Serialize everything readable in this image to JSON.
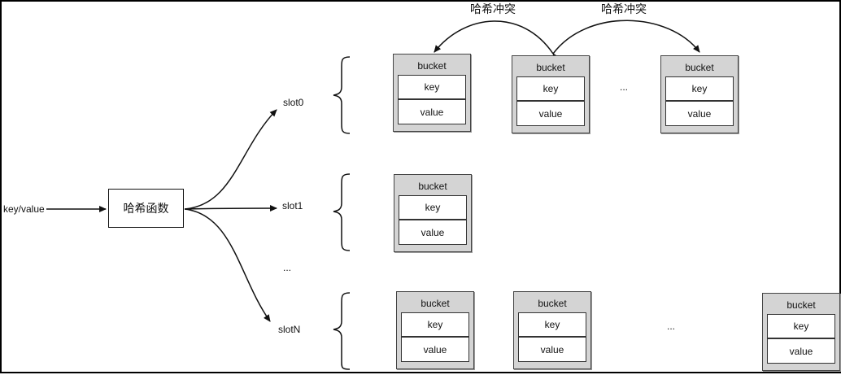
{
  "input_label": "key/value",
  "hash_function": "哈希函数",
  "slots": {
    "slot0": "slot0",
    "slot1": "slot1",
    "ellipsis": "...",
    "slotN": "slotN"
  },
  "collision_labels": [
    "哈希冲突",
    "哈希冲突"
  ],
  "bucket": {
    "title": "bucket",
    "key": "key",
    "value": "value"
  },
  "row_ellipsis": [
    "...",
    "..."
  ],
  "rows": [
    {
      "slot": "slot0",
      "buckets": 3
    },
    {
      "slot": "slot1",
      "buckets": 1
    },
    {
      "slot": "slotN",
      "buckets": 3
    }
  ]
}
